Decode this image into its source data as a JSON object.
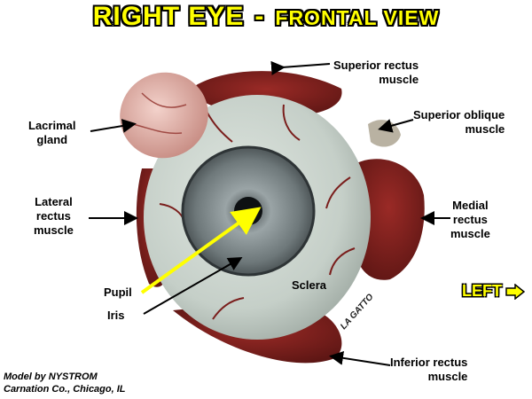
{
  "title": {
    "main": "RIGHT EYE",
    "separator": "-",
    "subtitle": "FRONTAL VIEW"
  },
  "labels": {
    "superior_rectus": "Superior rectus\nmuscle",
    "superior_oblique": "Superior oblique\nmuscle",
    "lacrimal_gland": "Lacrimal\ngland",
    "lateral_rectus": "Lateral\nrectus\nmuscle",
    "medial_rectus": "Medial\nrectus\nmuscle",
    "pupil": "Pupil",
    "iris": "Iris",
    "sclera": "Sclera",
    "inferior_rectus": "Inferior rectus\nmuscle"
  },
  "navigation": {
    "left_label": "LEFT",
    "arrow_icon": "arrow-right-icon"
  },
  "watermark": "LA GATTO",
  "credit": "Model by NYSTROM\nCarnation Co., Chicago, IL",
  "colors": {
    "title_yellow": "#ffff00",
    "sclera": "#c9d3cc",
    "muscle": "#7a1e1c",
    "iris": "#7f8a8c",
    "gland": "#e6b8b0",
    "pointer_yellow": "#ffff00"
  }
}
